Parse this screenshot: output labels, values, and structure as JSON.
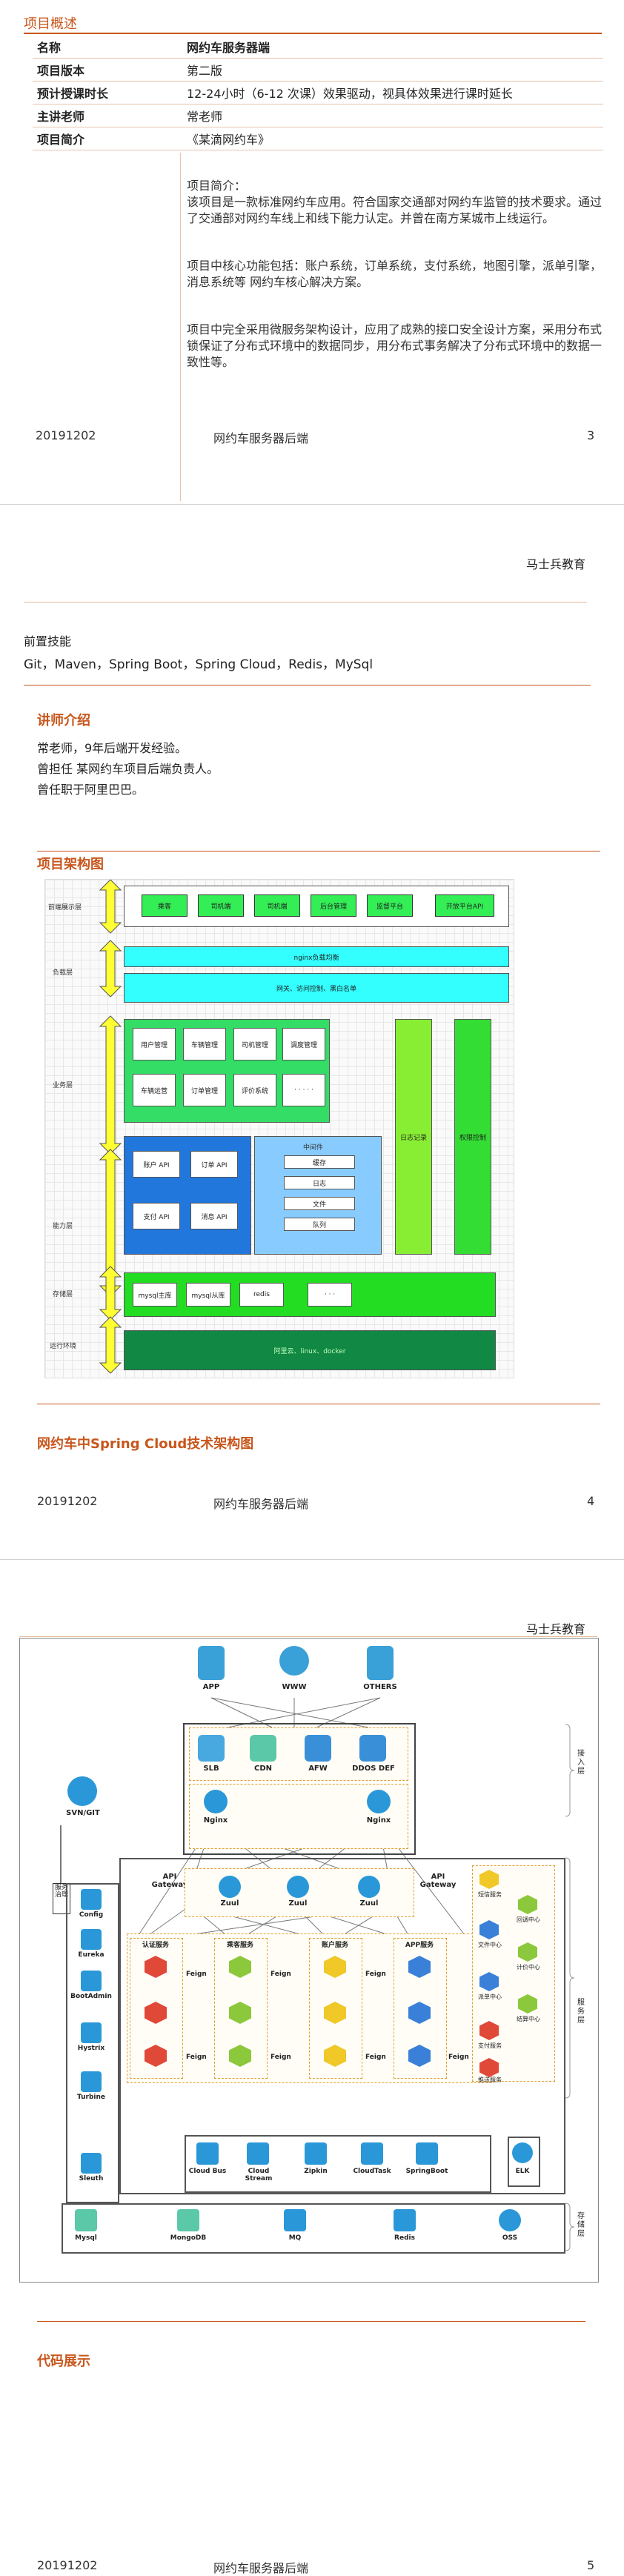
{
  "page1": {
    "section_title": "项目概述",
    "table": [
      {
        "k": "名称",
        "v": "网约车服务器端"
      },
      {
        "k": "项目版本",
        "v": "第二版"
      },
      {
        "k": "预计授课时长",
        "v": "12-24小时（6-12 次课）效果驱动，视具体效果进行课时延长"
      },
      {
        "k": "主讲老师",
        "v": "常老师"
      },
      {
        "k": "项目简介",
        "v": "《某滴网约车》"
      }
    ],
    "intro_title": "项目简介：",
    "intro_1": "该项目是一款标准网约车应用。符合国家交通部对网约车监管的技术要求。通过了交通部对网约车线上和线下能力认定。并曾在南方某城市上线运行。",
    "intro_2": "项目中核心功能包括：账户系统，订单系统，支付系统，地图引擎，派单引擎，消息系统等 网约车核心解决方案。",
    "intro_3": "项目中完全采用微服务架构设计，应用了成熟的接口安全设计方案，采用分布式锁保证了分布式环境中的数据同步，用分布式事务解决了分布式环境中的数据一致性等。",
    "footer_date": "20191202",
    "footer_title": "网约车服务器后端",
    "footer_page": "3"
  },
  "page2": {
    "brand": "马士兵教育",
    "prereq_title": "前置技能",
    "prereq_text": "Git，Maven，Spring Boot，Spring Cloud，Redis，MySql",
    "teacher_title": "讲师介绍",
    "teacher_lines": [
      "常老师，9年后端开发经验。",
      "曾担任 某网约车项目后端负责人。",
      "曾任职于阿里巴巴。"
    ],
    "arch_title": "项目架构图",
    "arch": {
      "layers": [
        "前端展示层",
        "负载层",
        "业务层",
        "能力层",
        "存储层",
        "运行环境"
      ],
      "front_items": [
        "乘客",
        "司机端",
        "司机端",
        "后台管理",
        "监督平台",
        "开放平台API"
      ],
      "nginx": "nginx负载均衡",
      "gateway": "网关、访问控制、黑白名单",
      "biz_items": [
        "用户管理",
        "车辆管理",
        "司机管理",
        "调度管理",
        "车辆运营",
        "订单管理",
        "评价系统",
        "· · · · ·"
      ],
      "side_1": "日志记录",
      "side_2": "权限控制",
      "api_items": [
        "账户 API",
        "订单 API",
        "支付 API",
        "消息 API"
      ],
      "middleware_title": "中间件",
      "middleware_items": [
        "缓存",
        "日志",
        "文件",
        "队列"
      ],
      "storage_items": [
        "mysql主库",
        "mysql从库",
        "redis",
        "· · ·"
      ],
      "runtime": "阿里云、linux、docker"
    },
    "cloud_title": "网约车中Spring Cloud技术架构图",
    "footer_date": "20191202",
    "footer_title": "网约车服务器后端",
    "footer_page": "4"
  },
  "page3": {
    "brand": "马士兵教育",
    "clients": [
      "APP",
      "WWW",
      "OTHERS"
    ],
    "access": [
      "SLB",
      "CDN",
      "AFW",
      "DDOS DEF"
    ],
    "nginx": [
      "Nginx",
      "Nginx"
    ],
    "access_label": "接入层",
    "svn": "SVN/GIT",
    "service_center": "服务治理",
    "left_tools": [
      "Config",
      "Eureka",
      "BootAdmin",
      "Hystrix",
      "Turbine",
      "Sleuth"
    ],
    "gateway": [
      "API Gateway",
      "API Gateway"
    ],
    "zuul": [
      "Zuul",
      "Zuul",
      "Zuul"
    ],
    "services": [
      "认证服务",
      "乘客服务",
      "账户服务",
      "APP服务"
    ],
    "feign": "Feign",
    "right_services": [
      "短信服务",
      "文件中心",
      "派单中心",
      "支付服务",
      "推送服务",
      "回调中心",
      "计价中心",
      "结算中心"
    ],
    "service_label": "服务层",
    "infra": [
      "Cloud Bus",
      "Cloud Stream",
      "Zipkin",
      "CloudTask",
      "SpringBoot",
      "ELK"
    ],
    "storage": [
      "Mysql",
      "MongoDB",
      "MQ",
      "Redis",
      "OSS"
    ],
    "storage_label": "存储层",
    "code_title": "代码展示",
    "footer_date": "20191202",
    "footer_title": "网约车服务器后端",
    "footer_page": "5"
  }
}
